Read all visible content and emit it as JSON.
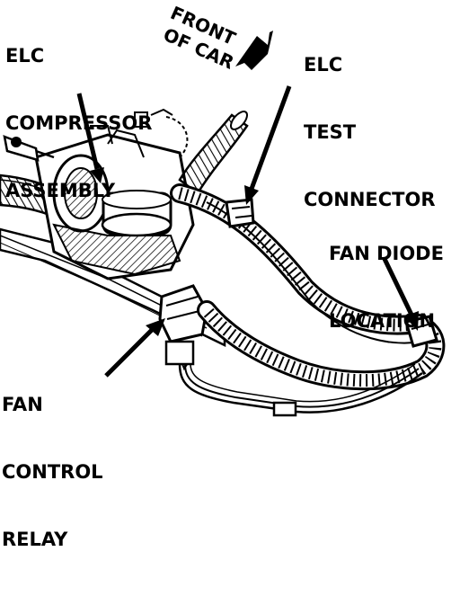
{
  "labels": {
    "elc_compressor_l1": "ELC",
    "elc_compressor_l2": "COMPRESSOR",
    "elc_compressor_l3": "ASSEMBLY",
    "elc_test_l1": "ELC",
    "elc_test_l2": "TEST",
    "elc_test_l3": "CONNECTOR",
    "fan_diode_l1": "FAN DIODE",
    "fan_diode_l2": "LOCATION",
    "fan_relay_l1": "FAN",
    "fan_relay_l2": "CONTROL",
    "fan_relay_l3": "RELAY",
    "front_l1": "FRONT",
    "front_l2": "OF CAR"
  },
  "colors": {
    "ink": "#000000",
    "paper": "#ffffff",
    "shade": "#6b6b6b"
  }
}
